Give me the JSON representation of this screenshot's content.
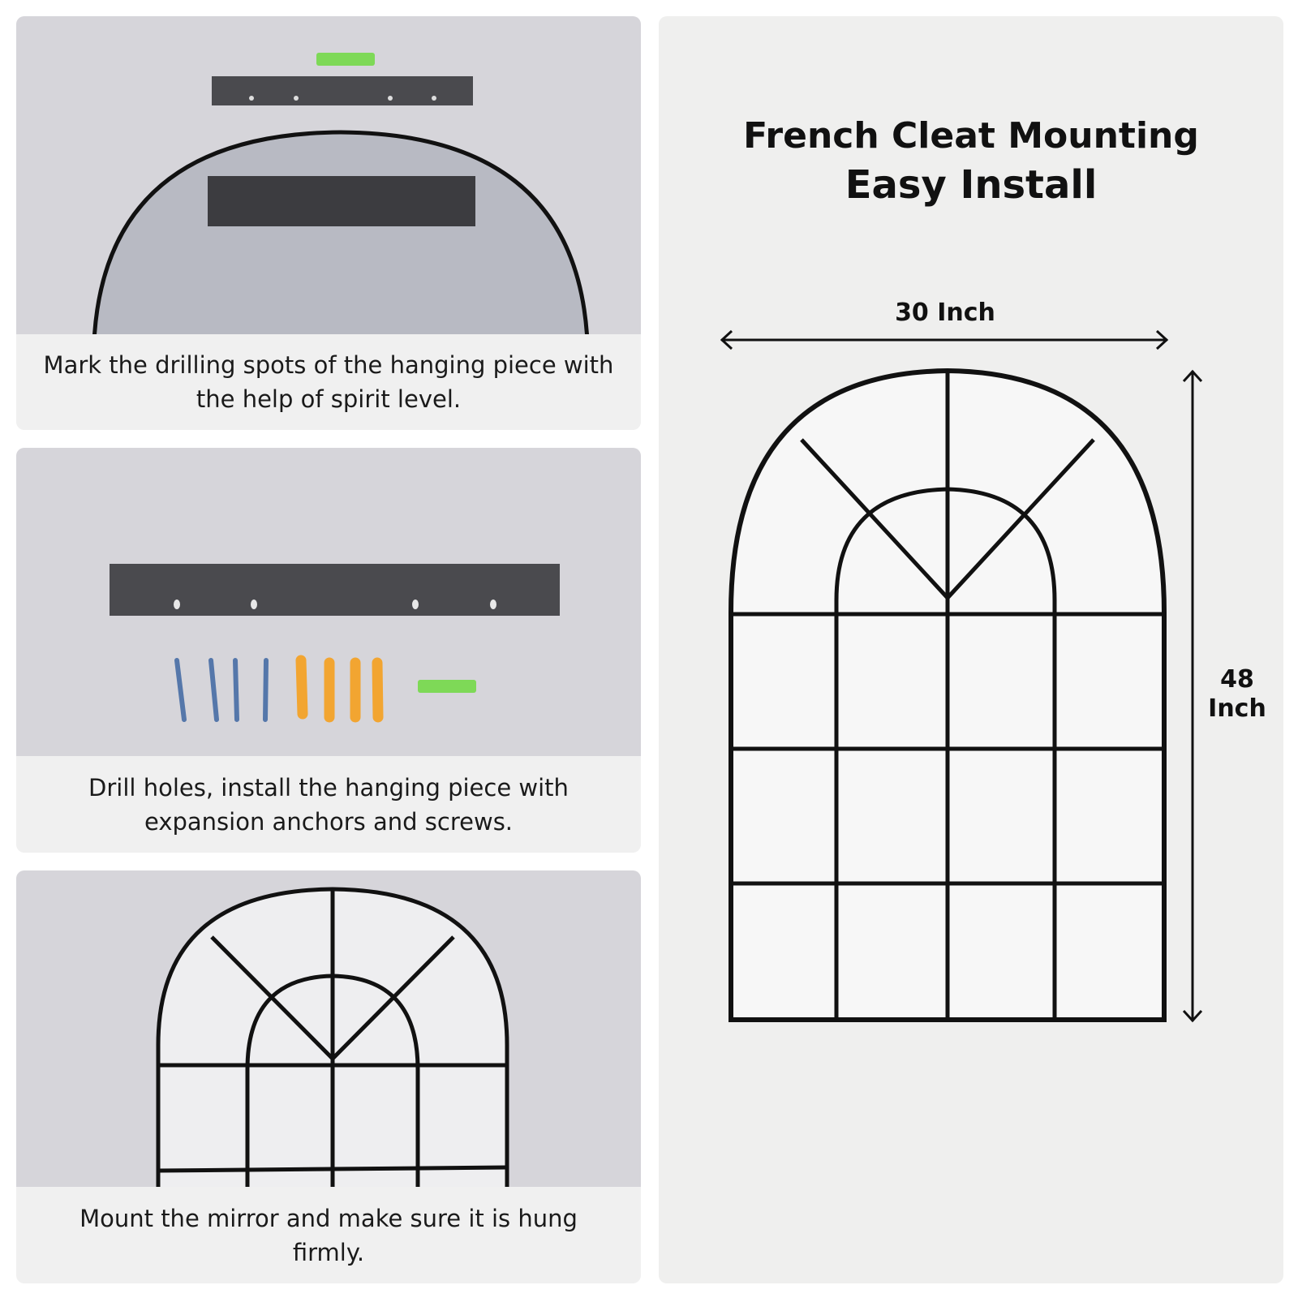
{
  "steps": [
    {
      "caption": "Mark the drilling spots of the hanging piece with the help of spirit level."
    },
    {
      "caption": "Drill holes, install the hanging piece with expansion anchors and screws."
    },
    {
      "caption": "Mount the mirror and make sure it is hung firmly."
    }
  ],
  "hero": {
    "title_line1": "French Cleat Mounting",
    "title_line2": "Easy Install",
    "width_label": "30 Inch",
    "height_label": "48 Inch"
  },
  "colors": {
    "frame": "#111111",
    "panel_bg": "#efefee",
    "photo_bg": "#d6d5da",
    "screw": "#5577aa",
    "anchor": "#f2a531",
    "level": "#7ed957"
  }
}
